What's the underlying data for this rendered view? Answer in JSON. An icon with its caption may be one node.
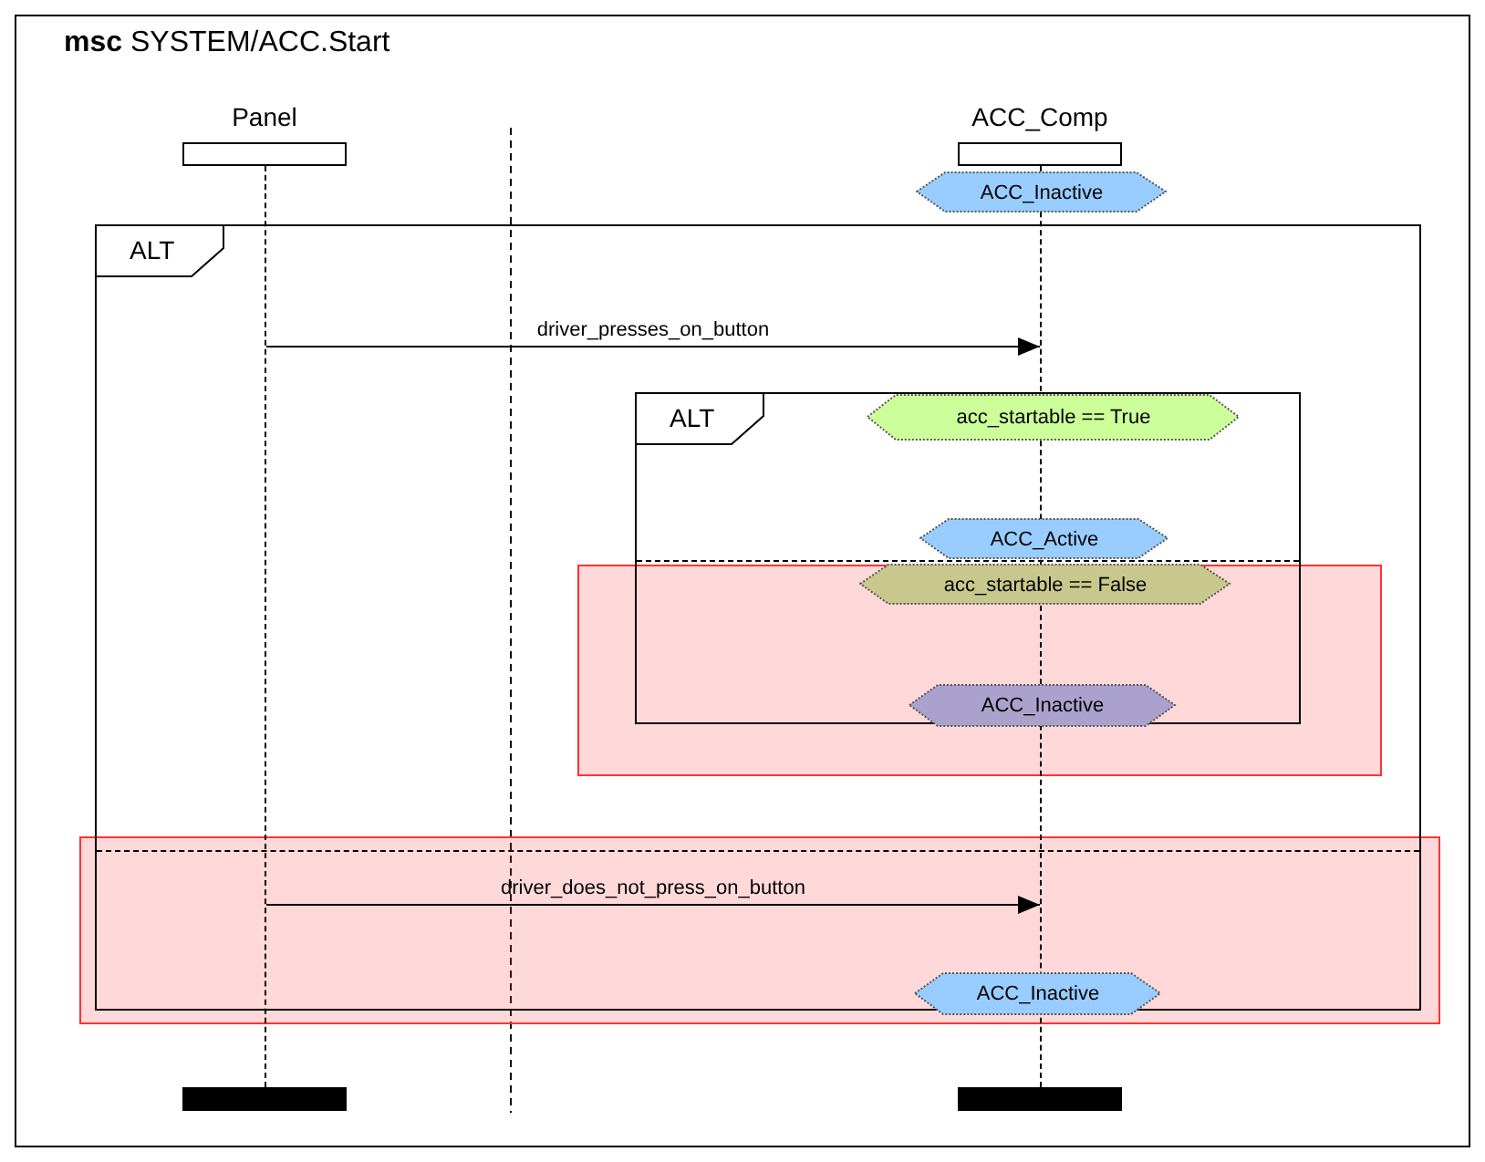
{
  "diagram": {
    "title": "**msc** SYSTEM/ACC.Start",
    "nodes": [
      {
        "text": [
          "Panel"
        ]
      },
      {
        "text": [
          "ACC_Comp"
        ]
      },
      {
        "text": [
          "ACC_Inactive"
        ]
      },
      {
        "text": [
          "ALT"
        ]
      },
      {
        "text": [
          "ALT"
        ],
        "in": 3
      },
      {
        "text": [
          "acc_startable == True"
        ],
        "in": 4
      },
      {
        "text": [
          "ACC_Active"
        ],
        "in": 4
      },
      {
        "text": [
          "acc_startable == False"
        ],
        "in": 4
      },
      {
        "text": [
          "ACC_Inactive"
        ],
        "in": 4
      },
      {
        "text": [
          "ACC_Inactive"
        ],
        "in": 3
      },
      {
        "text": [],
        "shape": "bar"
      },
      {
        "text": [],
        "shape": "bar"
      },
      {
        "text": [],
        "shape": "line"
      },
      {
        "text": [],
        "shape": "line"
      }
    ],
    "edges": [
      {
        "from": 12,
        "to": 13,
        "arrow": "to",
        "label": "driver_presses_on_button"
      },
      {
        "from": 12,
        "to": 13,
        "arrow": "to",
        "label": "driver_does_not_press_on_button"
      }
    ]
  }
}
